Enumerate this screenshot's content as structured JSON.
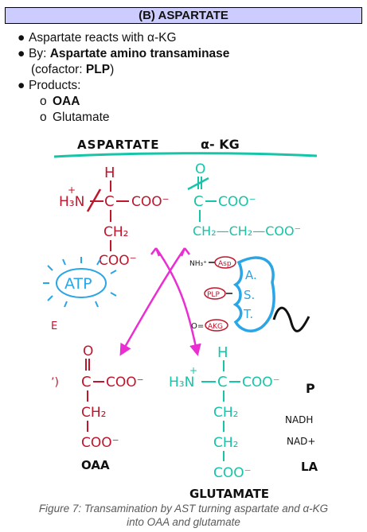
{
  "section": {
    "title": "(B)  ASPARTATE"
  },
  "bullets": {
    "reacts": "Aspartate reacts with α-KG",
    "by_prefix": "By: ",
    "enzyme": "Aspartate amino transaminase",
    "cofactor_prefix": "(cofactor: ",
    "cofactor": "PLP",
    "cofactor_suffix": ")",
    "products_label": "Products:",
    "products": [
      "OAA",
      "Glutamate"
    ],
    "bullet_symbol": "●",
    "sub_symbol": "o"
  },
  "figure": {
    "header_left": "ASPARTATE",
    "header_right": "α- KG",
    "asp_H": "H",
    "asp_NH3": "H₃N",
    "plus": "+",
    "asp_C": "C",
    "asp_COO_right": "COO⁻",
    "asp_CH2": "CH₂",
    "asp_COO_bottom": "COO⁻",
    "akg_O": "O",
    "akg_C": "C",
    "akg_COO_right": "COO⁻",
    "akg_chain": "CH₂—CH₂—COO⁻",
    "atp": "ATP",
    "enzyme_nh3": "NH₃⁺",
    "enzyme_asp": "Asp",
    "enzyme_plp": "PLP",
    "enzyme_akg": "AKG",
    "enzyme_o": "O=",
    "enzyme_letters": [
      "A.",
      "S.",
      "T."
    ],
    "left_edge_1": "E",
    "left_edge_2": "’)",
    "oaa_O": "O",
    "oaa_C": "C",
    "oaa_COO_right": "COO⁻",
    "oaa_CH2": "CH₂",
    "oaa_COO_bottom": "COO⁻",
    "oaa_label": "OAA",
    "glu_H": "H",
    "glu_NH3": "H₃N",
    "glu_C": "C",
    "glu_COO_right": "COO⁻",
    "glu_CH2_1": "CH₂",
    "glu_CH2_2": "CH₂",
    "glu_COO_bottom": "COO⁻",
    "glu_label": "GLUTAMATE",
    "right_P": "P",
    "right_nadh": "NADH",
    "right_nad": "NAD+",
    "right_la": "LA"
  },
  "caption": {
    "line1": "Figure 7: Transamination by AST turning aspartate and α-KG",
    "line2": "into OAA and glutamate"
  },
  "colors": {
    "title_bg": "#ccccff",
    "red": "#c0162c",
    "teal": "#16c4a8",
    "magenta": "#ea2fd2",
    "blue": "#2aa5e6",
    "caption": "#5a5a5a"
  }
}
